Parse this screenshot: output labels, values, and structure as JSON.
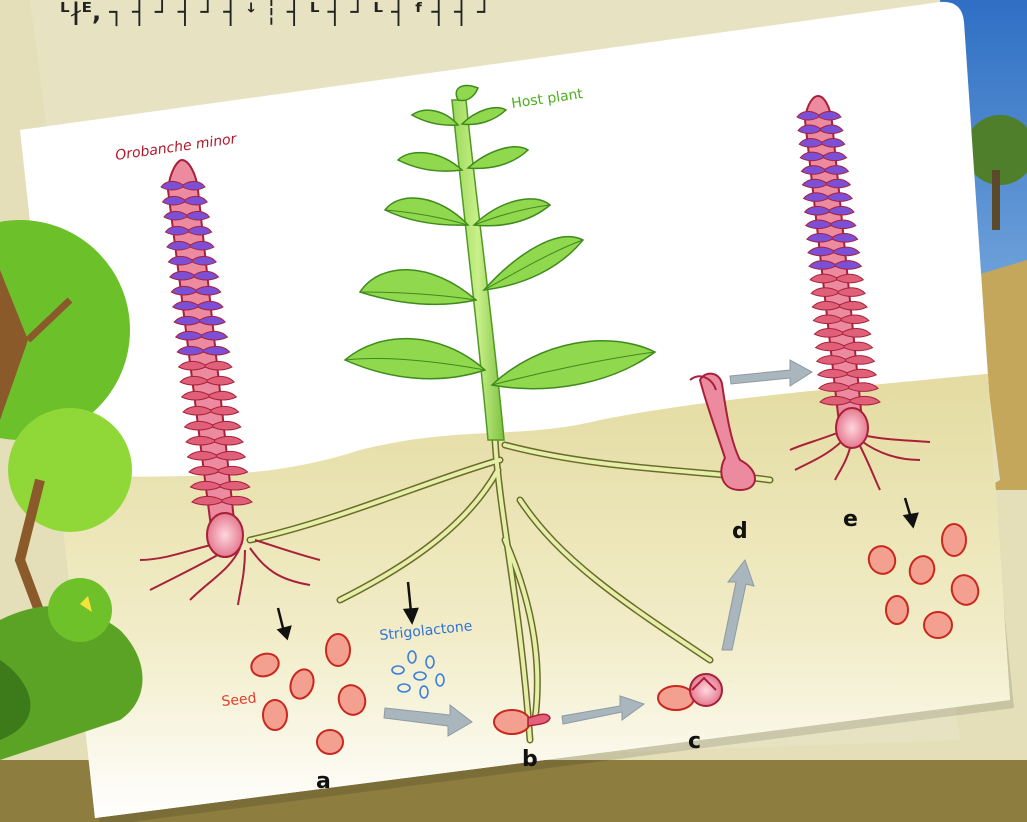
{
  "top_strip_text": "ᴸ∤ᴱ, ┐ ┤ ┘ ┤ ┘ ┤ ꜜ ┆ ┤ ᴸ ┤ ┘ ᴸ ┤ ᶠ ┤ ┤ ┘",
  "labels": {
    "orobanche": "Orobanche minor",
    "host_plant": "Host plant",
    "strigolactone": "Strigolactone",
    "seed": "Seed"
  },
  "stages": [
    "a",
    "b",
    "c",
    "d",
    "e"
  ],
  "colors": {
    "orobanche_label": "#b2182b",
    "host_label": "#4caf1e",
    "strigolactone_label": "#2f73d6",
    "seed_label": "#e23a2a",
    "soil": "#e9e1a6",
    "leaf": "#8ed64a",
    "flower_stem": "#e0607a",
    "flower": "#7b4fd6",
    "arrow": "#a9b5bd"
  }
}
